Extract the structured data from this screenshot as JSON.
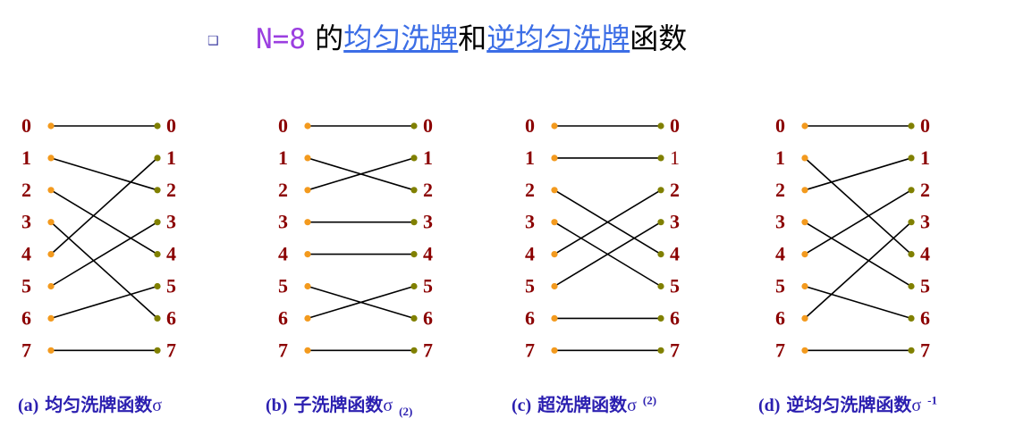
{
  "title": {
    "bullet": "❑",
    "n_eq": "N=8",
    "de": " 的",
    "link_shuffle": "均匀洗牌",
    "he": "和",
    "link_inverse": "逆均匀洗牌",
    "suffix": "函数"
  },
  "diagrams": [
    {
      "caption": {
        "tag": "(a)",
        "text": "均匀洗牌函数",
        "sigma": "σ",
        "sub": "",
        "sup": ""
      },
      "left_labels": [
        "0",
        "1",
        "2",
        "3",
        "4",
        "5",
        "6",
        "7"
      ],
      "right_labels": [
        "0",
        "1",
        "2",
        "3",
        "4",
        "5",
        "6",
        "7"
      ],
      "connections": [
        [
          0,
          0
        ],
        [
          1,
          2
        ],
        [
          2,
          4
        ],
        [
          3,
          6
        ],
        [
          4,
          1
        ],
        [
          5,
          3
        ],
        [
          6,
          5
        ],
        [
          7,
          7
        ]
      ]
    },
    {
      "caption": {
        "tag": "(b)",
        "text": "子洗牌函数",
        "sigma": "σ",
        "sub": "(2)",
        "sup": ""
      },
      "left_labels": [
        "0",
        "1",
        "2",
        "3",
        "4",
        "5",
        "6",
        "7"
      ],
      "right_labels": [
        "0",
        "1",
        "2",
        "3",
        "4",
        "5",
        "6",
        "7"
      ],
      "connections": [
        [
          0,
          0
        ],
        [
          1,
          2
        ],
        [
          2,
          1
        ],
        [
          3,
          3
        ],
        [
          4,
          4
        ],
        [
          5,
          6
        ],
        [
          6,
          5
        ],
        [
          7,
          7
        ]
      ]
    },
    {
      "caption": {
        "tag": "(c)",
        "text": "超洗牌函数",
        "sigma": "σ",
        "sub": "",
        "sup": "(2)"
      },
      "left_labels": [
        "0",
        "1",
        "2",
        "3",
        "4",
        "5",
        "6",
        "7"
      ],
      "right_labels": [
        "0",
        "1",
        "2",
        "3",
        "4",
        "5",
        "6",
        "7"
      ],
      "connections": [
        [
          0,
          0
        ],
        [
          1,
          1
        ],
        [
          2,
          4
        ],
        [
          3,
          5
        ],
        [
          4,
          2
        ],
        [
          5,
          3
        ],
        [
          6,
          6
        ],
        [
          7,
          7
        ]
      ]
    },
    {
      "caption": {
        "tag": "(d)",
        "text": "逆均匀洗牌函数",
        "sigma": "σ",
        "sub": "",
        "sup": "-1"
      },
      "left_labels": [
        "0",
        "1",
        "2",
        "3",
        "4",
        "5",
        "6",
        "7"
      ],
      "right_labels": [
        "0",
        "1",
        "2",
        "3",
        "4",
        "5",
        "6",
        "7"
      ],
      "connections": [
        [
          0,
          0
        ],
        [
          1,
          4
        ],
        [
          2,
          1
        ],
        [
          3,
          5
        ],
        [
          4,
          2
        ],
        [
          5,
          6
        ],
        [
          6,
          3
        ],
        [
          7,
          7
        ]
      ]
    }
  ],
  "colors": {
    "label": "#8b0000",
    "left_dot": "#f39a1e",
    "right_dot": "#808000",
    "wire": "#000000",
    "caption": "#2b1fb0",
    "title_n8": "#9b3fe0",
    "title_link": "#3c6ee6"
  }
}
